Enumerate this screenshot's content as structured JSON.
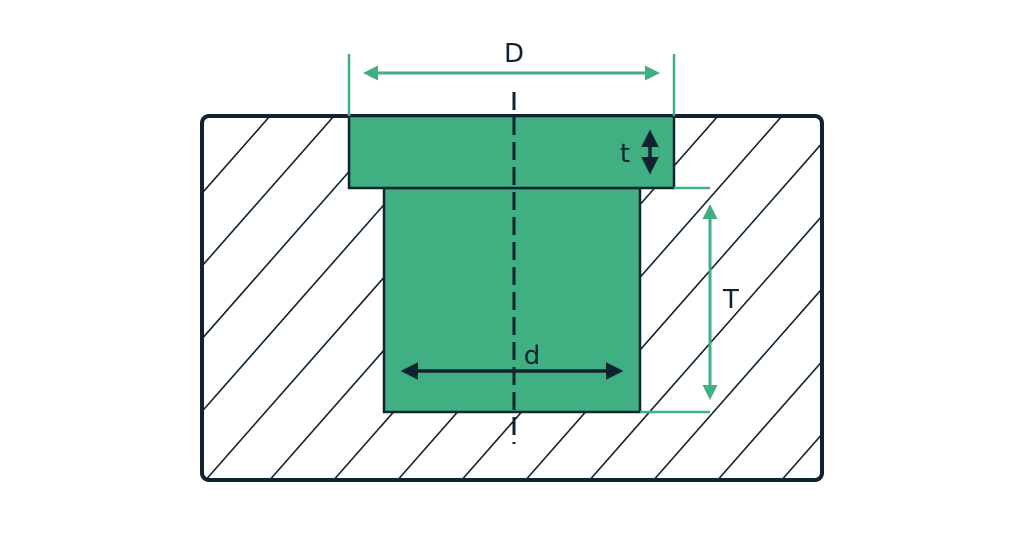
{
  "labels": {
    "outer_diameter": "D",
    "flange_thickness": "t",
    "body_length": "T",
    "inner_diameter": "d"
  },
  "colors": {
    "part_fill": "#40AF82",
    "green_dimension": "#40AF82",
    "dark": "#0F2430",
    "hatch": "#0F2430"
  }
}
